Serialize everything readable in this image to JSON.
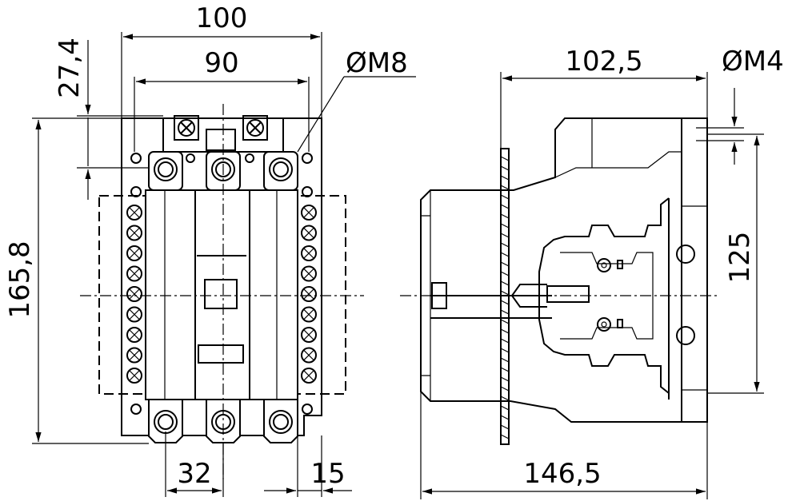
{
  "dimensions": {
    "front_width_outer": "100",
    "front_width_mount": "90",
    "top_offset": "27,4",
    "mount_hole": "ØM8",
    "front_height": "165,8",
    "pole_pitch": "32",
    "terminal_offset": "15",
    "side_depth_top": "102,5",
    "side_hole": "ØM4",
    "side_mount_height": "125",
    "side_depth_total": "146,5"
  },
  "colors": {
    "line": "#000000",
    "background": "#ffffff"
  }
}
